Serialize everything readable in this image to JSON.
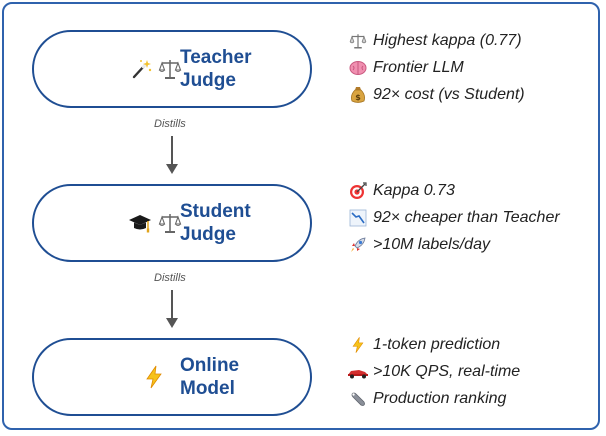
{
  "stages": [
    {
      "line1": "Teacher",
      "line2": "Judge",
      "icons": [
        "magic-wand-icon",
        "scales-icon"
      ]
    },
    {
      "line1": "Student",
      "line2": "Judge",
      "icons": [
        "graduation-cap-icon",
        "scales-icon"
      ]
    },
    {
      "line1": "Online",
      "line2": "Model",
      "icons": [
        "lightning-icon"
      ]
    }
  ],
  "arrows": [
    {
      "label": "Distills"
    },
    {
      "label": "Distills"
    }
  ],
  "features": [
    [
      {
        "icon": "scales-icon",
        "text": "Highest kappa (0.77)"
      },
      {
        "icon": "brain-icon",
        "text": "Frontier LLM"
      },
      {
        "icon": "money-bag-icon",
        "text": "92× cost (vs Student)"
      }
    ],
    [
      {
        "icon": "target-icon",
        "text": "Kappa 0.73"
      },
      {
        "icon": "trending-down-icon",
        "text": "92× cheaper than Teacher"
      },
      {
        "icon": "rocket-icon",
        "text": ">10M labels/day"
      }
    ],
    [
      {
        "icon": "lightning-icon",
        "text": "1-token prediction"
      },
      {
        "icon": "race-car-icon",
        "text": ">10K QPS, real-time"
      },
      {
        "icon": "wrench-icon",
        "text": "Production ranking"
      }
    ]
  ],
  "colors": {
    "frame": "#2f62ad",
    "stage_text": "#1f4e93",
    "arrow": "#555555"
  }
}
